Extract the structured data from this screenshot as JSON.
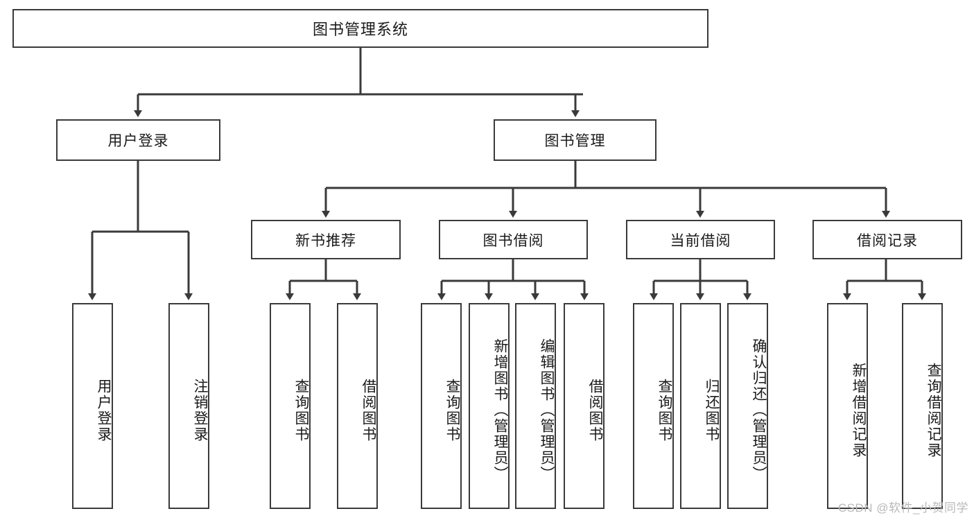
{
  "diagram": {
    "title": "图书管理系统",
    "stroke_color": "#3a3a3a",
    "background_color": "#ffffff",
    "text_color": "#1a1a1a"
  },
  "nodes": {
    "root": {
      "label": "图书管理系统"
    },
    "level2": [
      {
        "id": "user-login",
        "label": "用户登录"
      },
      {
        "id": "book-manage",
        "label": "图书管理"
      }
    ],
    "level3": [
      {
        "id": "new-book-recommend",
        "label": "新书推荐"
      },
      {
        "id": "book-borrow",
        "label": "图书借阅"
      },
      {
        "id": "current-borrow",
        "label": "当前借阅"
      },
      {
        "id": "borrow-record",
        "label": "借阅记录"
      }
    ],
    "leaves": {
      "user_login": [
        {
          "id": "leaf-user-login",
          "label": "用户登录"
        },
        {
          "id": "leaf-logout-login",
          "label": "注销登录"
        }
      ],
      "new_book_recommend": [
        {
          "id": "leaf-query-book-1",
          "label": "查询图书"
        },
        {
          "id": "leaf-borrow-book-1",
          "label": "借阅图书"
        }
      ],
      "book_borrow": [
        {
          "id": "leaf-query-book-2",
          "label": "查询图书"
        },
        {
          "id": "leaf-add-book",
          "label": "新增图书（管理员）"
        },
        {
          "id": "leaf-edit-book",
          "label": "编辑图书（管理员）"
        },
        {
          "id": "leaf-borrow-book-2",
          "label": "借阅图书"
        }
      ],
      "current_borrow": [
        {
          "id": "leaf-query-book-3",
          "label": "查询图书"
        },
        {
          "id": "leaf-return-book",
          "label": "归还图书"
        },
        {
          "id": "leaf-confirm-return",
          "label": "确认归还（管理员）"
        }
      ],
      "borrow_record": [
        {
          "id": "leaf-add-record",
          "label": "新增借阅记录"
        },
        {
          "id": "leaf-query-record",
          "label": "查询借阅记录"
        }
      ]
    }
  },
  "watermark": {
    "text": "CSDN @软件_小贺同学"
  }
}
